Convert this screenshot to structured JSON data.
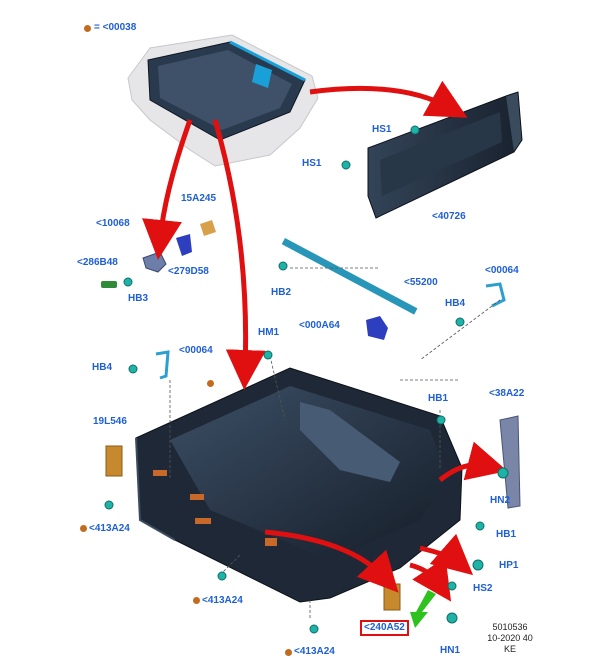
{
  "legend": {
    "text": "= <00038",
    "dot_color": "#c26a1e"
  },
  "labels": {
    "HS1_a": "HS1",
    "HS1_b": "HS1",
    "p40726": "<40726",
    "p15A245": "15A245",
    "p10068": "<10068",
    "p286B48": "<286B48",
    "p279D58": "<279D58",
    "HB3": "HB3",
    "HB2": "HB2",
    "p55200": "<55200",
    "p00064_a": "<00064",
    "HB4_a": "HB4",
    "p000A64": "<000A64",
    "HM1": "HM1",
    "HB4_b": "HB4",
    "p00064_b": "<00064",
    "p19L546": "19L546",
    "HB1_a": "HB1",
    "p38A22": "<38A22",
    "HN2": "HN2",
    "HB1_b": "HB1",
    "HP1": "HP1",
    "p413A24_a": "<413A24",
    "p413A24_b": "<413A24",
    "p413A24_c": "<413A24",
    "HS2": "HS2",
    "p240A52": "<240A52",
    "HN1": "HN1"
  },
  "reference": {
    "line1": "5010536",
    "line2": "10-2020 40",
    "line3": "KE"
  },
  "colors": {
    "label": "#1f5fd6",
    "arrow_red": "#e01010",
    "arrow_green": "#2ec21e",
    "part_dark": "#1e2a3a",
    "fastener": "#1fb3a8"
  }
}
